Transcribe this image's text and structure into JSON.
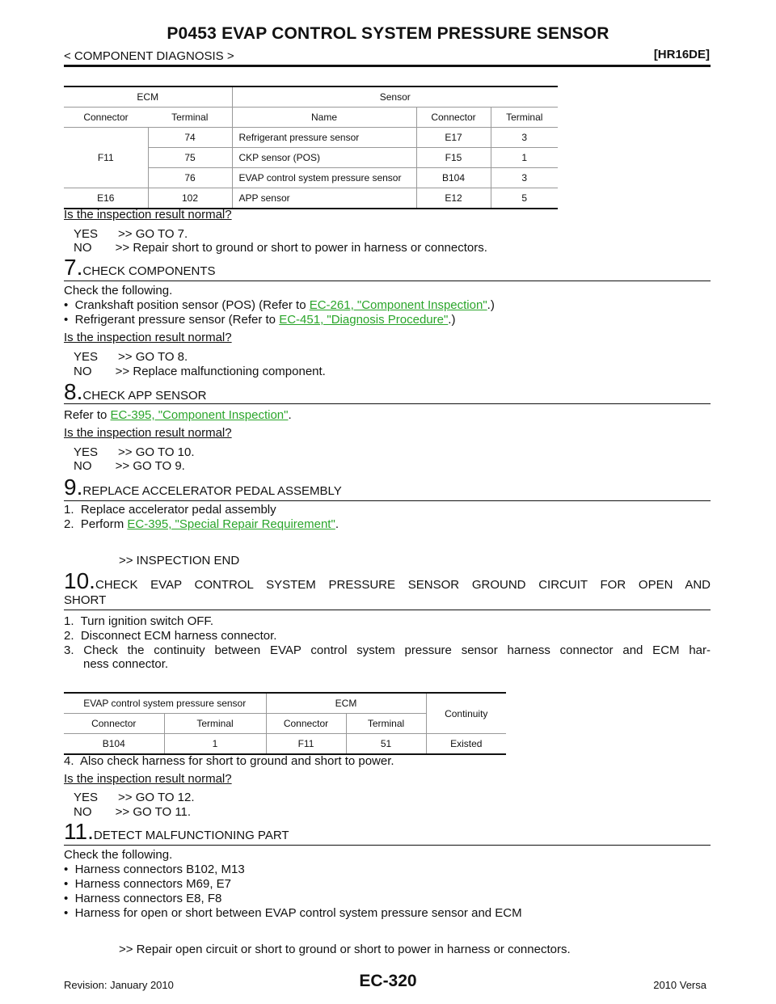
{
  "header": {
    "title": "P0453 EVAP CONTROL SYSTEM PRESSURE SENSOR",
    "section": "< COMPONENT DIAGNOSIS >",
    "engine": "[HR16DE]"
  },
  "table1": {
    "ecm": "ECM",
    "sensor": "Sensor",
    "cols": [
      "Connector",
      "Terminal",
      "Name",
      "Connector",
      "Terminal"
    ],
    "f11": "F11",
    "rows": [
      [
        "74",
        "Refrigerant pressure sensor",
        "E17",
        "3"
      ],
      [
        "75",
        "CKP sensor (POS)",
        "F15",
        "1"
      ],
      [
        "76",
        "EVAP control system pressure sensor",
        "B104",
        "3"
      ]
    ],
    "last": [
      "E16",
      "102",
      "APP sensor",
      "E12",
      "5"
    ]
  },
  "question": "Is the inspection result normal?",
  "step6": {
    "yes": "YES      >> GO TO 7.",
    "no": "NO       >> Repair short to ground or short to power in harness or connectors."
  },
  "step7": {
    "num": "7.",
    "title": "CHECK COMPONENTS",
    "intro": "Check the following.",
    "b1_pre": "•  Crankshaft position sensor (POS) (Refer to ",
    "b1_link": "EC-261, \"Component Inspection\"",
    "b1_post": ".)",
    "b2_pre": "•  Refrigerant pressure sensor (Refer to ",
    "b2_link": "EC-451, \"Diagnosis Procedure\"",
    "b2_post": ".)",
    "yes": "YES      >> GO TO 8.",
    "no": "NO       >> Replace malfunctioning component."
  },
  "step8": {
    "num": "8.",
    "title": "CHECK APP SENSOR",
    "pre": "Refer to ",
    "link": "EC-395, \"Component Inspection\"",
    "post": ".",
    "yes": "YES      >> GO TO 10.",
    "no": "NO       >> GO TO 9."
  },
  "step9": {
    "num": "9.",
    "title": "REPLACE ACCELERATOR PEDAL ASSEMBLY",
    "i1": "1.  Replace accelerator pedal assembly",
    "i2_pre": "2.  Perform ",
    "i2_link": "EC-395, \"Special Repair Requirement\"",
    "i2_post": ".",
    "end": ">> INSPECTION END"
  },
  "step10": {
    "num": "10.",
    "title": "CHECK EVAP CONTROL SYSTEM PRESSURE SENSOR GROUND CIRCUIT FOR OPEN AND",
    "title2": "SHORT",
    "i1": "1.  Turn ignition switch OFF.",
    "i2": "2.  Disconnect ECM harness connector.",
    "i3a": "3.  Check the continuity between EVAP control system pressure sensor harness connector and ECM har-",
    "i3b": "ness connector.",
    "i4": "4.  Also check harness for short to ground and short to power.",
    "yes": "YES      >> GO TO 12.",
    "no": "NO       >> GO TO 11."
  },
  "table2": {
    "h1": "EVAP control system pressure sensor",
    "h2": "ECM",
    "h3": "Continuity",
    "cols": [
      "Connector",
      "Terminal",
      "Connector",
      "Terminal"
    ],
    "row": [
      "B104",
      "1",
      "F11",
      "51",
      "Existed"
    ]
  },
  "step11": {
    "num": "11.",
    "title": "DETECT MALFUNCTIONING PART",
    "intro": "Check the following.",
    "b1": "•  Harness connectors B102, M13",
    "b2": "•  Harness connectors M69, E7",
    "b3": "•  Harness connectors E8, F8",
    "b4": "•  Harness for open or short between EVAP control system pressure sensor and ECM",
    "end": ">> Repair open circuit or short to ground or short to power in harness or connectors."
  },
  "footer": {
    "revision": "Revision: January 2010",
    "page": "EC-320",
    "model": "2010 Versa"
  }
}
